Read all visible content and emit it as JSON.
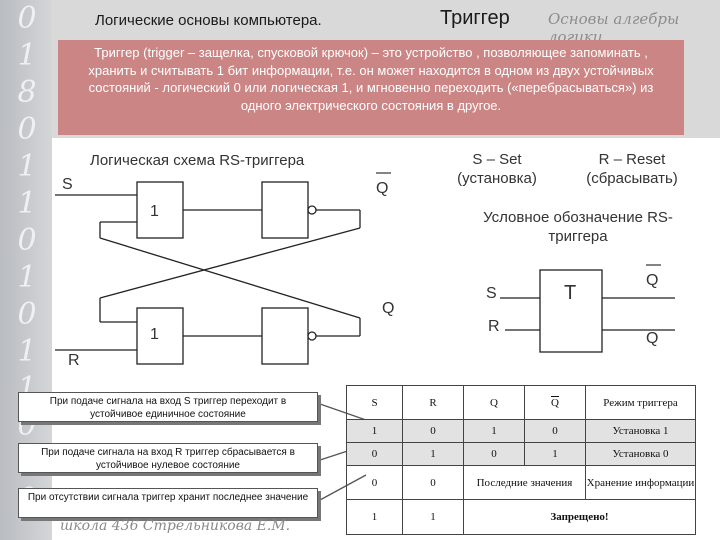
{
  "header": {
    "title": "Логические основы компьютера.",
    "title_big": "Триггер",
    "brand": "Основы алгебры логики"
  },
  "decor_digits": [
    "0",
    "1",
    "8",
    "0",
    "1",
    "1",
    "0",
    "1",
    "0",
    "1",
    "1",
    "0",
    "1",
    "0"
  ],
  "definition": "Триггер (trigger – защелка, спусковой крючок) – это устройство , позволяющее запоминать , хранить и считывать 1 бит информации, т.е. он может находится в одном из двух устойчивых состояний - логический 0 или логическая 1, и мгновенно переходить («перебрасываться») из одного электрического состояния в другое.",
  "schema": {
    "title": "Логическая схема RS-триггера",
    "input_s": "S",
    "input_r": "R",
    "gate_top_label": "1",
    "gate_bottom_label": "1",
    "out_q_bar": "Q",
    "out_q": "Q"
  },
  "legend": {
    "set": "S – Set (установка)",
    "reset": "R – Reset (сбрасывать)"
  },
  "symbol": {
    "caption": "Условное обозначение RS-триггера",
    "label": "T",
    "input_s": "S",
    "input_r": "R",
    "out_q_bar": "Q",
    "out_q": "Q"
  },
  "notes": [
    "При подаче сигнала на вход S триггер переходит в устойчивое единичное состояние",
    "При подаче сигнала на вход R триггер сбрасывается в устойчивое нулевое состояние",
    "При отсутствии сигнала триггер хранит последнее значение"
  ],
  "table": {
    "headers": [
      "S",
      "R",
      "Q",
      "Q",
      "Режим триггера"
    ],
    "rows": [
      [
        "1",
        "0",
        "1",
        "0",
        "Установка 1"
      ],
      [
        "0",
        "1",
        "0",
        "1",
        "Установка 0"
      ],
      [
        "0",
        "0",
        "Последние значения",
        "Хранение информации"
      ],
      [
        "1",
        "1",
        "Запрещено!"
      ]
    ]
  },
  "footer": "школа 436 Стрельникова Е.М."
}
